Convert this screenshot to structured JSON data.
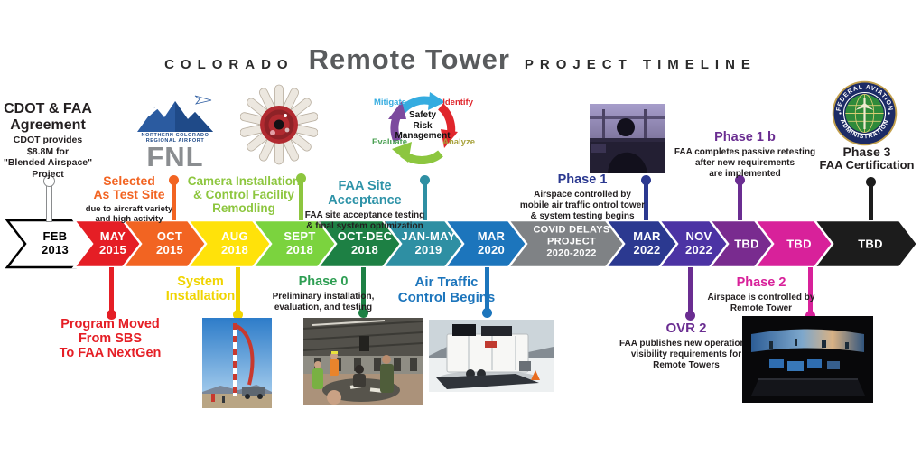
{
  "title": {
    "pre": "COLORADO",
    "main": "Remote Tower",
    "post": "PROJECT TIMELINE"
  },
  "timeline": {
    "segments": [
      {
        "id": "feb-2013",
        "lines": [
          "FEB",
          "2013"
        ],
        "fill": "#ffffff",
        "stroke": "#000000",
        "text_color": "#000000"
      },
      {
        "id": "may-2015",
        "lines": [
          "MAY",
          "2015"
        ],
        "fill": "#e51e25",
        "text_color": "#ffffff"
      },
      {
        "id": "oct-2015",
        "lines": [
          "OCT",
          "2015"
        ],
        "fill": "#f26422",
        "text_color": "#ffffff"
      },
      {
        "id": "aug-2018",
        "lines": [
          "AUG",
          "2018"
        ],
        "fill": "#ffe20a",
        "text_color": "#ffffff"
      },
      {
        "id": "sept-2018",
        "lines": [
          "SEPT",
          "2018"
        ],
        "fill": "#7bd33e",
        "text_color": "#ffffff"
      },
      {
        "id": "oct-dec-2018",
        "lines": [
          "OCT-DEC",
          "2018"
        ],
        "fill": "#1d8044",
        "text_color": "#ffffff"
      },
      {
        "id": "jan-may-2019",
        "lines": [
          "JAN-MAY",
          "2019"
        ],
        "fill": "#2e8fa3",
        "text_color": "#ffffff"
      },
      {
        "id": "mar-2020",
        "lines": [
          "MAR",
          "2020"
        ],
        "fill": "#1c75bc",
        "text_color": "#ffffff"
      },
      {
        "id": "covid-delays",
        "lines": [
          "COVID DELAYS",
          "PROJECT",
          "2020-2022"
        ],
        "fill": "#7f8285",
        "text_color": "#ffffff"
      },
      {
        "id": "mar-2022",
        "lines": [
          "MAR",
          "2022"
        ],
        "fill": "#2b3990",
        "text_color": "#ffffff"
      },
      {
        "id": "nov-2022",
        "lines": [
          "NOV",
          "2022"
        ],
        "fill": "#4c33a4",
        "text_color": "#ffffff"
      },
      {
        "id": "tbd-1",
        "lines": [
          "TBD"
        ],
        "fill": "#792b8f",
        "text_color": "#ffffff"
      },
      {
        "id": "tbd-2",
        "lines": [
          "TBD"
        ],
        "fill": "#d8219a",
        "text_color": "#ffffff"
      },
      {
        "id": "tbd-3",
        "lines": [
          "TBD"
        ],
        "fill": "#1c1c1c",
        "text_color": "#ffffff"
      }
    ]
  },
  "connectors": [
    {
      "id": "cdot-agreement",
      "color": "#ffffff",
      "outline": "#8a8c8e"
    },
    {
      "id": "selected-test-site",
      "color": "#f26422"
    },
    {
      "id": "camera-installation",
      "color": "#8dc63f"
    },
    {
      "id": "faa-site-acceptance",
      "color": "#2e8fa3"
    },
    {
      "id": "phase-1",
      "color": "#2b3990"
    },
    {
      "id": "phase-1b",
      "color": "#6a2d91"
    },
    {
      "id": "phase-3",
      "color": "#1c1c1c"
    },
    {
      "id": "program-moved",
      "color": "#e51e25"
    },
    {
      "id": "system-installation",
      "color": "#f0d400"
    },
    {
      "id": "phase-0",
      "color": "#1d8044"
    },
    {
      "id": "air-traffic-control",
      "color": "#1c75bc"
    },
    {
      "id": "ovr-2",
      "color": "#6a2d91"
    },
    {
      "id": "phase-2",
      "color": "#d8219a"
    }
  ],
  "annotations": {
    "cdot": {
      "color": "#231f20",
      "h1": "CDOT & FAA",
      "h2": "Agreement",
      "body": [
        "CDOT provides",
        "$8.8M for",
        "\"Blended Airspace\"",
        "Project"
      ]
    },
    "selected": {
      "color": "#f26422",
      "h1": "Selected",
      "h2": "As Test Site",
      "body": [
        "due to aircraft variety",
        "and high activity"
      ]
    },
    "camera": {
      "color": "#8dc63f",
      "lines": [
        "Camera Installation",
        "& Control Facility",
        "Remodling"
      ]
    },
    "faa_site": {
      "color": "#2e93a8",
      "h": "FAA Site Acceptance",
      "body": [
        "FAA site acceptance testing",
        "& final system optimization"
      ]
    },
    "phase1": {
      "color": "#2b3990",
      "h": "Phase 1",
      "body": [
        "Airspace controlled by",
        "mobile air traffic ontrol tower",
        "& system testing begins"
      ]
    },
    "phase1b": {
      "color": "#6a2d91",
      "h": "Phase 1 b",
      "body": [
        "FAA completes passive retesting",
        "after new requirements",
        "are implemented"
      ]
    },
    "phase3": {
      "color": "#231f20",
      "h": "Phase 3",
      "sub": "FAA Certification"
    },
    "program": {
      "color": "#e51e25",
      "lines": [
        "Program Moved",
        "From SBS",
        "To FAA NextGen"
      ]
    },
    "system": {
      "color": "#f0d400",
      "lines": [
        "System",
        "Installation"
      ]
    },
    "phase0": {
      "color": "#2e9e53",
      "h": "Phase 0",
      "body": [
        "Preliminary installation,",
        "evaluation, and testing"
      ]
    },
    "atc": {
      "color": "#1c75bc",
      "lines": [
        "Air Traffic",
        "Control Begins"
      ]
    },
    "ovr2": {
      "color": "#6a2d91",
      "h": "OVR 2",
      "body": [
        "FAA publishes new operational",
        "visibility requirements for",
        "Remote Towers"
      ]
    },
    "phase2": {
      "color": "#d8219a",
      "h": "Phase 2",
      "body": [
        "Airspace is controlled by",
        "Remote Tower"
      ]
    }
  },
  "images": {
    "fnl": {
      "airport_line1": "NORTHERN COLORADO",
      "airport_line2": "REGIONAL AIRPORT",
      "code": "FNL"
    },
    "srm": {
      "center": [
        "Safety",
        "Risk",
        "Management"
      ],
      "labels": {
        "mitigate": "Mitigate",
        "identify": "Identify",
        "analyze": "Analyze",
        "evaluate": "Evaluate"
      },
      "label_colors": {
        "mitigate": "#35ace0",
        "identify": "#e0262c",
        "analyze": "#a8a23c",
        "evaluate": "#4aa052"
      }
    },
    "faa_seal": {
      "top": "FEDERAL AVIATION",
      "bottom": "ADMINISTRATION"
    }
  }
}
